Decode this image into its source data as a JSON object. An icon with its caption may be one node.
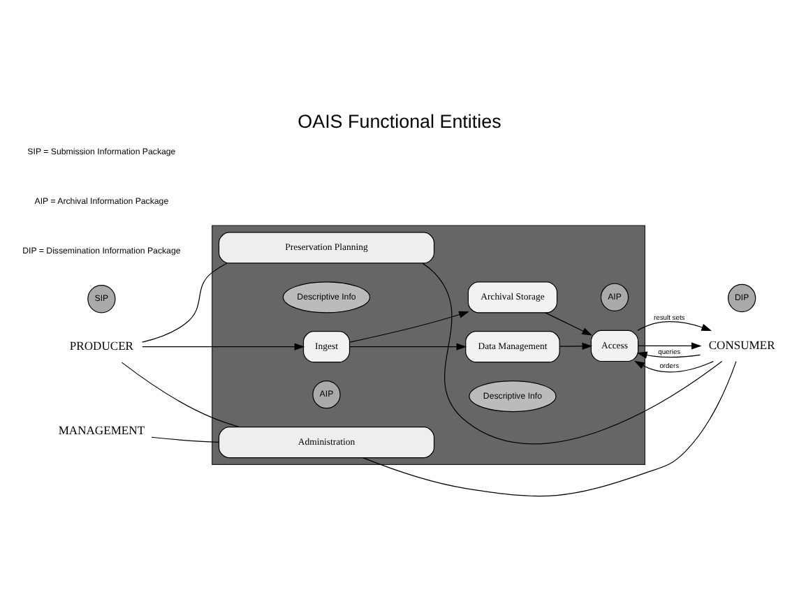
{
  "diagram": {
    "title": "OAIS Functional Entities",
    "nodes": [
      {
        "text": [],
        "shape": "box"
      },
      {
        "text": [
          "Preservation Planning"
        ],
        "in": 0
      },
      {
        "text": [
          "Descriptive Info"
        ],
        "in": 0
      },
      {
        "text": [
          "Data Management"
        ],
        "in": 0
      },
      {
        "text": [
          "Descriptive Info"
        ],
        "in": 0
      },
      {
        "text": [
          "Ingest"
        ],
        "in": 0
      },
      {
        "text": [
          "Access"
        ],
        "in": 0
      },
      {
        "text": [
          "AIP"
        ],
        "in": 0
      },
      {
        "text": [
          "Archival Storage"
        ],
        "in": 0
      },
      {
        "text": [
          "AIP"
        ],
        "in": 0
      },
      {
        "text": [
          "Administration"
        ],
        "in": 0
      },
      {
        "text": [
          "PRODUCER"
        ]
      },
      {
        "text": [
          "SIP"
        ]
      },
      {
        "text": [
          "CONSUMER"
        ]
      },
      {
        "text": [
          "DIP"
        ]
      },
      {
        "text": [
          "MANAGEMENT"
        ]
      }
    ],
    "edges": [
      {
        "from": 11,
        "to": 5,
        "arrow": "to"
      },
      {
        "from": 5,
        "to": 3,
        "arrow": "to"
      },
      {
        "from": 5,
        "to": 8,
        "arrow": "to"
      },
      {
        "from": 3,
        "to": 6,
        "arrow": "to"
      },
      {
        "from": 8,
        "to": 6,
        "arrow": "to"
      },
      {
        "from": 13,
        "to": 6,
        "arrow": "to",
        "label": "queries"
      },
      {
        "from": 6,
        "to": 13,
        "arrow": "to",
        "label": "result sets"
      },
      {
        "from": 13,
        "to": 6,
        "arrow": "to",
        "label": "orders"
      },
      {
        "from": 6,
        "to": 13,
        "arrow": "to"
      },
      {
        "from": 11,
        "to": 1,
        "arrow": "none"
      },
      {
        "from": 11,
        "to": 10,
        "arrow": "none"
      },
      {
        "from": 13,
        "to": 1,
        "arrow": "none"
      },
      {
        "from": 13,
        "to": 10,
        "arrow": "none"
      },
      {
        "from": 15,
        "to": 10,
        "arrow": "none"
      }
    ],
    "labels": [
      "SIP = Submission Information Package",
      "AIP = Archival Information Package",
      "DIP = Dissemination Information Package"
    ]
  }
}
